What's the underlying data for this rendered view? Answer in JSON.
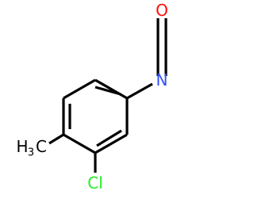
{
  "structure": {
    "atoms": {
      "oxygen": "O",
      "nitrogen": "N",
      "chlorine": "Cl",
      "methyl_h": "H",
      "methyl_h_count": "3",
      "methyl_c": "C"
    }
  },
  "colors": {
    "bond": "#000000",
    "oxygen": "#ff0d0d",
    "nitrogen": "#3050f8",
    "chlorine": "#1ff01f",
    "carbon": "#000000",
    "background": "#ffffff"
  }
}
